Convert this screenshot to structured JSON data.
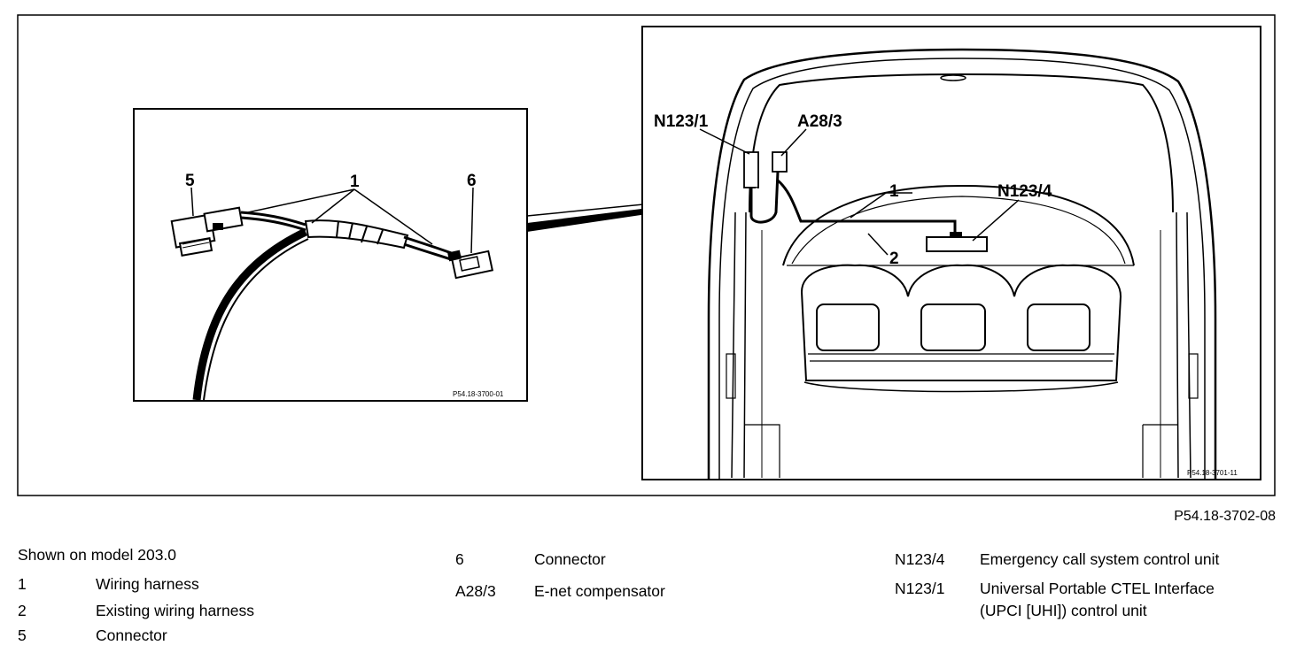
{
  "figure": {
    "id": "P54.18-3702-08",
    "inset_left_ref": "P54.18-3700-01",
    "inset_right_ref": "P54.18-3701-11"
  },
  "callouts": {
    "left": {
      "n1": "1",
      "n5": "5",
      "n6": "6"
    },
    "right": {
      "n123_1": "N123/1",
      "a28_3": "A28/3",
      "n1": "1",
      "n123_4": "N123/4",
      "n2": "2"
    }
  },
  "legend": {
    "caption": "Shown on model 203.0",
    "col1": [
      {
        "code": "1",
        "desc": "Wiring harness"
      },
      {
        "code": "2",
        "desc": "Existing wiring harness"
      },
      {
        "code": "5",
        "desc": "Connector"
      }
    ],
    "col2": [
      {
        "code": "6",
        "desc": "Connector"
      },
      {
        "code": "A28/3",
        "desc": "E-net compensator"
      }
    ],
    "col3": [
      {
        "code": "N123/4",
        "desc": "Emergency call system control unit"
      },
      {
        "code": "N123/1",
        "desc_line1": "Universal Portable CTEL Interface",
        "desc_line2": "(UPCI [UHI]) control unit"
      }
    ]
  }
}
